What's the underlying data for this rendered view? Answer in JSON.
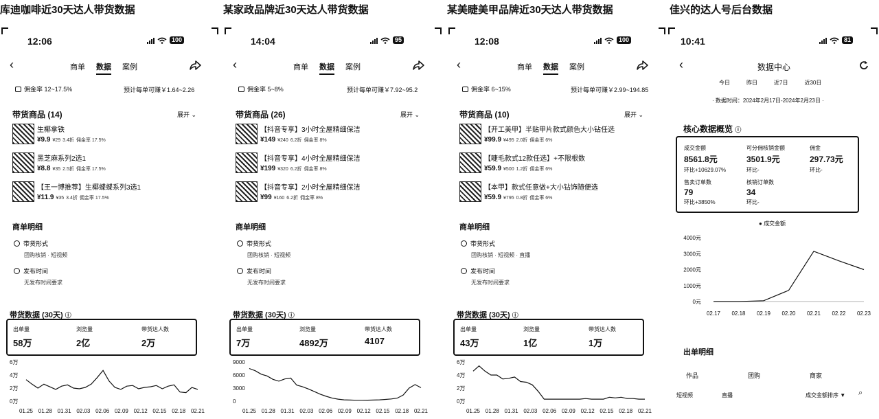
{
  "panels": [
    {
      "title": "库迪咖啡近30天达人带货数据",
      "time": "12:06",
      "battery": "100",
      "tabs": [
        "商单",
        "数据",
        "案例"
      ],
      "commission": "佣金率 12~17.5%",
      "estimate": "预计每单可赚￥1.64~2.26",
      "products_label": "带货商品 (14)",
      "expand": "展开",
      "products": [
        {
          "name": "生椰拿铁",
          "price": "¥9.9",
          "orig": "¥29",
          "disc": "3.4折",
          "rate": "佣金率 17.5%"
        },
        {
          "name": "黑芝麻系列2选1",
          "price": "¥8.8",
          "orig": "¥35",
          "disc": "2.5折",
          "rate": "佣金率 17.5%"
        },
        {
          "name": "【王一博推荐】生椰蝶蝶系列3选1",
          "price": "¥11.9",
          "orig": "¥35",
          "disc": "3.4折",
          "rate": "佣金率 17.5%"
        }
      ],
      "detail_title": "商单明细",
      "form_label": "带货形式",
      "form_value": "团购核销 · 短视频",
      "time_label": "发布时间",
      "time_value": "无发布时间要求",
      "data_title": "带货数据 (30天)",
      "stats": [
        {
          "label": "出单量",
          "value": "58万"
        },
        {
          "label": "浏览量",
          "value": "2亿"
        },
        {
          "label": "带货达人数",
          "value": "2万"
        }
      ],
      "chart_data": {
        "type": "line",
        "y_ticks": [
          "6万",
          "4万",
          "2万",
          "0万"
        ],
        "ylim": [
          0,
          6
        ],
        "x_ticks": [
          "01.25",
          "01.28",
          "01.31",
          "02.03",
          "02.06",
          "02.09",
          "02.12",
          "02.15",
          "02.18",
          "02.21"
        ],
        "values": [
          3.3,
          2.6,
          2.0,
          2.6,
          2.2,
          1.8,
          2.3,
          2.5,
          2.0,
          1.9,
          2.1,
          2.6,
          3.6,
          4.7,
          3.1,
          2.1,
          1.8,
          2.3,
          2.4,
          1.9,
          2.1,
          2.2,
          2.4,
          1.9,
          2.3,
          2.5,
          1.4,
          1.3,
          2.1,
          1.8
        ]
      }
    },
    {
      "title": "某家政品牌近30天达人带货数据",
      "time": "14:04",
      "battery": "95",
      "tabs": [
        "商单",
        "数据",
        "案例"
      ],
      "commission": "佣金率 5~8%",
      "estimate": "预计每单可赚￥7.92~95.2",
      "products_label": "带货商品 (26)",
      "expand": "展开",
      "products": [
        {
          "name": "【抖音专享】3小时全屋精细保洁",
          "price": "¥149",
          "orig": "¥240",
          "disc": "6.2折",
          "rate": "佣金率 8%"
        },
        {
          "name": "【抖音专享】4小时全屋精细保洁",
          "price": "¥199",
          "orig": "¥320",
          "disc": "6.2折",
          "rate": "佣金率 8%"
        },
        {
          "name": "【抖音专享】2小时全屋精细保洁",
          "price": "¥99",
          "orig": "¥160",
          "disc": "6.2折",
          "rate": "佣金率 8%"
        }
      ],
      "detail_title": "商单明细",
      "form_label": "带货形式",
      "form_value": "团购核销 · 短视频",
      "time_label": "发布时间",
      "time_value": "无发布时间要求",
      "data_title": "带货数据 (30天)",
      "stats": [
        {
          "label": "出单量",
          "value": "7万"
        },
        {
          "label": "浏览量",
          "value": "4892万"
        },
        {
          "label": "带货达人数",
          "value": "4107"
        }
      ],
      "chart_data": {
        "type": "line",
        "y_ticks": [
          "9000",
          "6000",
          "3000",
          "0"
        ],
        "ylim": [
          0,
          9000
        ],
        "x_ticks": [
          "01.25",
          "01.28",
          "01.31",
          "02.03",
          "02.06",
          "02.09",
          "02.12",
          "02.15",
          "02.18",
          "02.21"
        ],
        "values": [
          7500,
          7000,
          6200,
          5800,
          5000,
          4600,
          5100,
          5300,
          3700,
          3300,
          2800,
          2200,
          1600,
          1100,
          700,
          450,
          300,
          250,
          200,
          200,
          220,
          250,
          300,
          400,
          500,
          700,
          1400,
          3000,
          3800,
          3100
        ]
      }
    },
    {
      "title": "某美睫美甲品牌近30天达人带货数据",
      "time": "12:08",
      "battery": "100",
      "tabs": [
        "商单",
        "数据",
        "案例"
      ],
      "commission": "佣金率 6~15%",
      "estimate": "预计每单可赚￥2.99~194.85",
      "products_label": "带货商品 (10)",
      "expand": "展开",
      "products": [
        {
          "name": "【开工美甲】半贴甲片款式颜色大小钻任选",
          "price": "¥99.9",
          "orig": "¥495",
          "disc": "2.0折",
          "rate": "佣金率 6%"
        },
        {
          "name": "【睫毛款式12款任选】+不限根数",
          "price": "¥59.9",
          "orig": "¥500",
          "disc": "1.2折",
          "rate": "佣金率 6%"
        },
        {
          "name": "【本甲】款式任意做+大小钻饰随便选",
          "price": "¥59.9",
          "orig": "¥795",
          "disc": "0.8折",
          "rate": "佣金率 6%"
        }
      ],
      "detail_title": "商单明细",
      "form_label": "带货形式",
      "form_value": "团购核销 · 短视频 · 直播",
      "time_label": "发布时间",
      "time_value": "无发布时间要求",
      "data_title": "带货数据 (30天)",
      "stats": [
        {
          "label": "出单量",
          "value": "43万"
        },
        {
          "label": "浏览量",
          "value": "1亿"
        },
        {
          "label": "带货达人数",
          "value": "1万"
        }
      ],
      "chart_data": {
        "type": "line",
        "y_ticks": [
          "6万",
          "4万",
          "2万",
          "0万"
        ],
        "ylim": [
          0,
          6
        ],
        "x_ticks": [
          "01.25",
          "01.28",
          "01.31",
          "02.03",
          "02.06",
          "02.09",
          "02.12",
          "02.15",
          "02.18",
          "02.21"
        ],
        "values": [
          4.6,
          5.4,
          4.6,
          4.0,
          4.0,
          3.4,
          3.5,
          3.7,
          3.0,
          2.9,
          2.5,
          1.5,
          0.3,
          0.3,
          0.3,
          0.3,
          0.3,
          0.3,
          0.3,
          0.4,
          0.3,
          0.3,
          0.3,
          0.6,
          0.5,
          0.6,
          0.4,
          0.4,
          0.3,
          0.3
        ]
      }
    }
  ],
  "panel4": {
    "title": "佳兴的达人号后台数据",
    "time": "10:41",
    "battery": "81",
    "page_title": "数据中心",
    "date_tabs": [
      "今日",
      "昨日",
      "近7日",
      "近30日"
    ],
    "range": "· 数据时间：2024年2月17日-2024年2月23日 ·",
    "core_title": "核心数据概览",
    "core": [
      {
        "label": "成交金额",
        "value": "8561.8元",
        "cmp": "环比+10629.07%"
      },
      {
        "label": "可分佣核销金额",
        "value": "3501.9元",
        "cmp": "环比-"
      },
      {
        "label": "佣金",
        "value": "297.73元",
        "cmp": "环比-"
      },
      {
        "label": "售卖订单数",
        "value": "79",
        "cmp": "环比+3850%"
      },
      {
        "label": "核销订单数",
        "value": "34",
        "cmp": "环比-"
      }
    ],
    "legend": "成交金额",
    "chart_data": {
      "type": "line",
      "y_ticks": [
        "4000元",
        "3000元",
        "2000元",
        "1000元",
        "0元"
      ],
      "ylim": [
        0,
        4000
      ],
      "x": [
        "02.17",
        "02.18",
        "02.19",
        "02.20",
        "02.21",
        "02.22",
        "02.23"
      ],
      "values": [
        0,
        0,
        50,
        700,
        3150,
        2550,
        2000
      ],
      "series_name": "成交金额"
    },
    "orders_title": "出单明细",
    "orders_tabs": [
      "作品",
      "团购",
      "商家"
    ],
    "orders_sub": [
      "短视频",
      "直播"
    ],
    "sort_label": "成交金额排序 ▼"
  }
}
